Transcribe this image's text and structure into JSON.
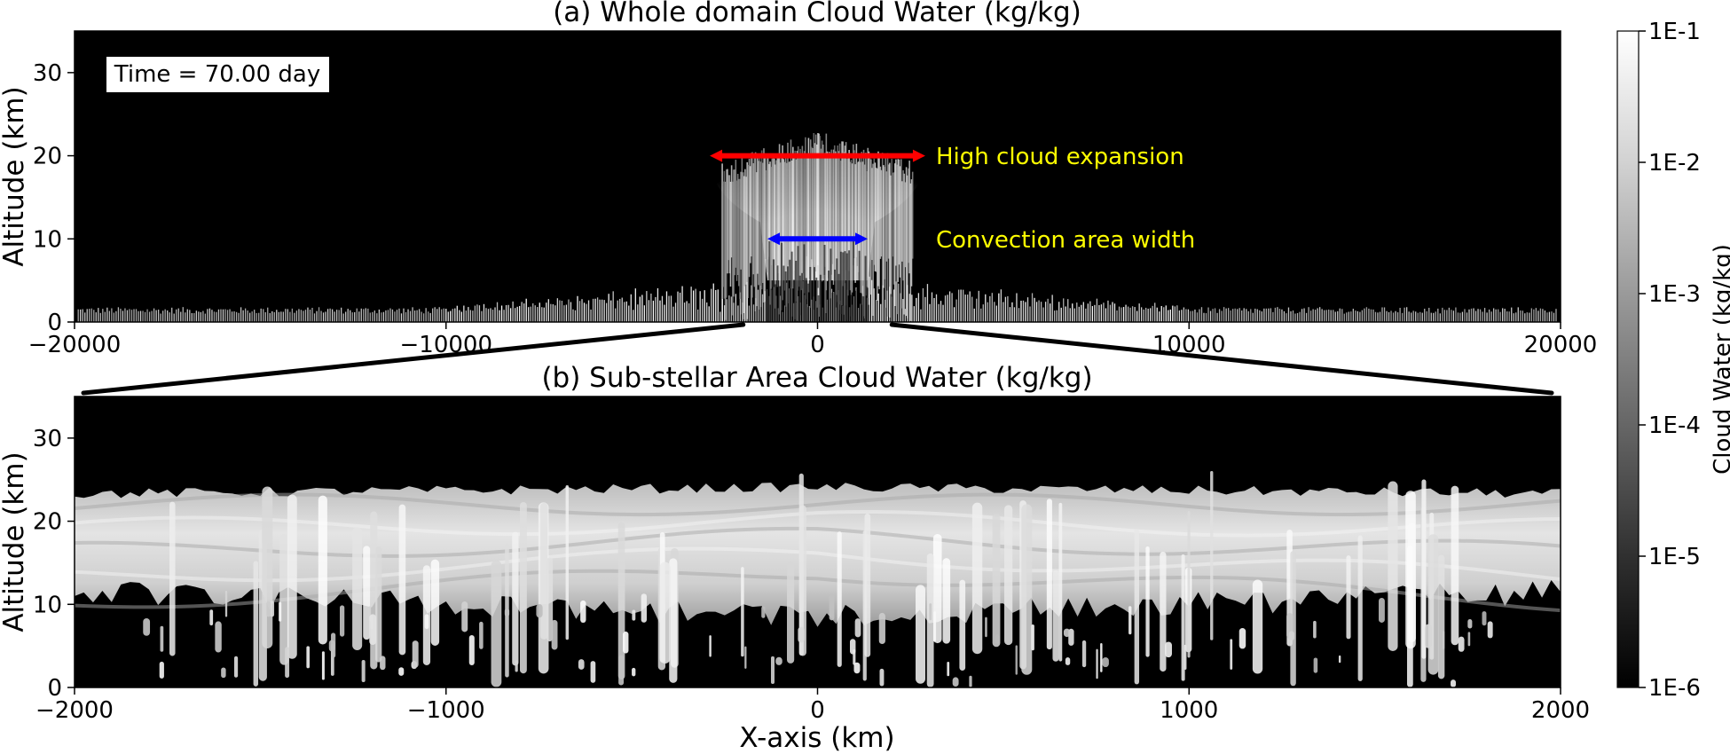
{
  "figure": {
    "panel_a_title": "(a) Whole domain Cloud Water (kg/kg)",
    "panel_b_title": "(b) Sub-stellar Area Cloud Water (kg/kg)",
    "time_label": "Time = 70.00 day",
    "annotation_high_cloud": "High cloud expansion",
    "annotation_convection": "Convection area width",
    "annotation_colors": {
      "high_cloud_arrow": "#ff0000",
      "convection_arrow": "#0000ff",
      "annotation_text": "#ffff00"
    },
    "colorbar": {
      "label": "Cloud Water (kg/kg)",
      "scale": "log",
      "colormap": "gray",
      "ticks": [
        "1E-1",
        "1E-2",
        "1E-3",
        "1E-4",
        "1E-5",
        "1E-6"
      ]
    }
  },
  "chart_data": [
    {
      "type": "heatmap",
      "title": "(a) Whole domain Cloud Water (kg/kg)",
      "xlabel": "",
      "ylabel": "Altitude (km)",
      "xlim": [
        -20000,
        20000
      ],
      "ylim": [
        0,
        35
      ],
      "xticks": [
        "−20000",
        "−10000",
        "0",
        "10000",
        "20000"
      ],
      "xtick_values": [
        -20000,
        -10000,
        0,
        10000,
        20000
      ],
      "yticks": [
        "0",
        "10",
        "20",
        "30"
      ],
      "ytick_values": [
        0,
        10,
        20,
        30
      ],
      "high_cloud_expansion_x": [
        -2900,
        2900
      ],
      "high_cloud_expansion_altitude": 20,
      "convection_area_x": [
        -1350,
        1350
      ],
      "convection_area_altitude": 10,
      "cloud_top_altitude": 25,
      "low_cloud_top_altitude": 5,
      "grid": false
    },
    {
      "type": "heatmap",
      "title": "(b) Sub-stellar Area Cloud Water (kg/kg)",
      "xlabel": "X-axis (km)",
      "ylabel": "Altitude (km)",
      "xlim": [
        -2000,
        2000
      ],
      "ylim": [
        0,
        35
      ],
      "xticks": [
        "−2000",
        "−1000",
        "0",
        "1000",
        "2000"
      ],
      "xtick_values": [
        -2000,
        -1000,
        0,
        1000,
        2000
      ],
      "yticks": [
        "0",
        "10",
        "20",
        "30"
      ],
      "ytick_values": [
        0,
        10,
        20,
        30
      ],
      "anvil_top_altitude": 25,
      "anvil_base_altitude": 12,
      "grid": false
    }
  ]
}
